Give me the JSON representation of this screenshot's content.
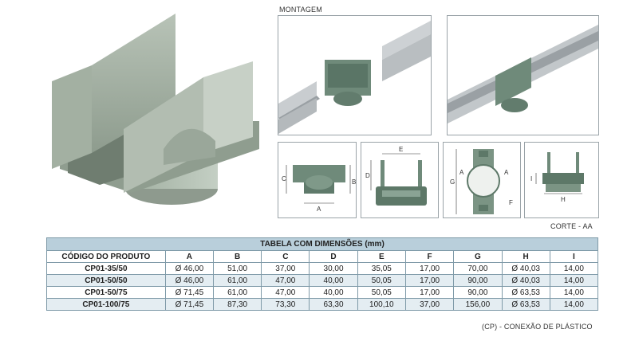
{
  "montagem_label": "MONTAGEM",
  "corte_label": "CORTE - AA",
  "dim_labels": {
    "a": "A",
    "b": "B",
    "c": "C",
    "d": "D",
    "e": "E",
    "f": "F",
    "g": "G",
    "h": "H",
    "i": "I"
  },
  "table": {
    "title": "TABELA COM DIMENSÕES (mm)",
    "headers": [
      "CÓDIGO DO PRODUTO",
      "A",
      "B",
      "C",
      "D",
      "E",
      "F",
      "G",
      "H",
      "I"
    ],
    "rows": [
      [
        "CP01-35/50",
        "Ø 46,00",
        "51,00",
        "37,00",
        "30,00",
        "35,05",
        "17,00",
        "70,00",
        "Ø 40,03",
        "14,00"
      ],
      [
        "CP01-50/50",
        "Ø 46,00",
        "61,00",
        "47,00",
        "40,00",
        "50,05",
        "17,00",
        "90,00",
        "Ø 40,03",
        "14,00"
      ],
      [
        "CP01-50/75",
        "Ø 71,45",
        "61,00",
        "47,00",
        "40,00",
        "50,05",
        "17,00",
        "90,00",
        "Ø 63,53",
        "14,00"
      ],
      [
        "CP01-100/75",
        "Ø 71,45",
        "87,30",
        "73,30",
        "63,30",
        "100,10",
        "37,00",
        "156,00",
        "Ø 63,53",
        "14,00"
      ]
    ],
    "footnote": "(CP) - CONEXÃO  DE PLÁSTICO"
  }
}
